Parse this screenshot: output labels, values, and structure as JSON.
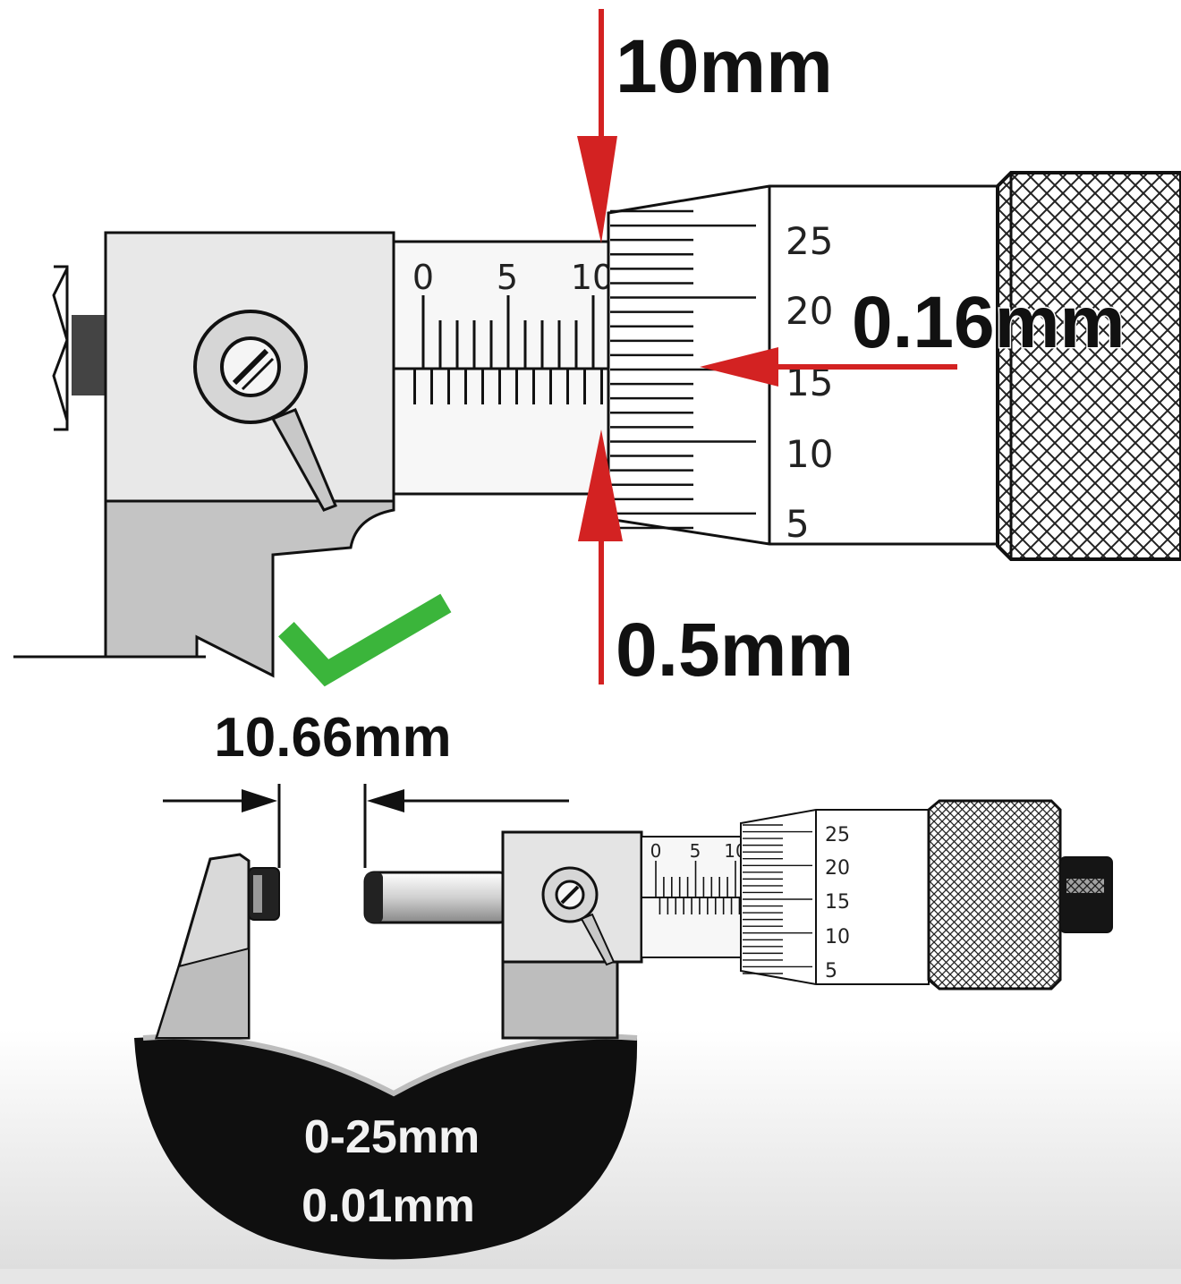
{
  "annotations": {
    "main_reading": "10mm",
    "half_mm": "0.5mm",
    "thimble_reading": "0.16mm",
    "result": "10.66mm"
  },
  "zoom_view": {
    "sleeve_numbers": [
      "0",
      "5",
      "10"
    ],
    "thimble_numbers": [
      "25",
      "20",
      "15",
      "10",
      "5"
    ]
  },
  "micrometer": {
    "range": "0-25mm",
    "resolution": "0.01mm",
    "sleeve_numbers": [
      "0",
      "5",
      "10"
    ],
    "thimble_numbers": [
      "25",
      "20",
      "15",
      "10",
      "5"
    ]
  },
  "colors": {
    "arrow": "#d32222",
    "check": "#3bb53b",
    "frame": "#111111",
    "metal_light": "#e8e8e8",
    "metal_dark": "#bdbdbd"
  },
  "icons": {
    "check": "check-mark-icon",
    "lock_screw": "lock-screw-icon"
  }
}
